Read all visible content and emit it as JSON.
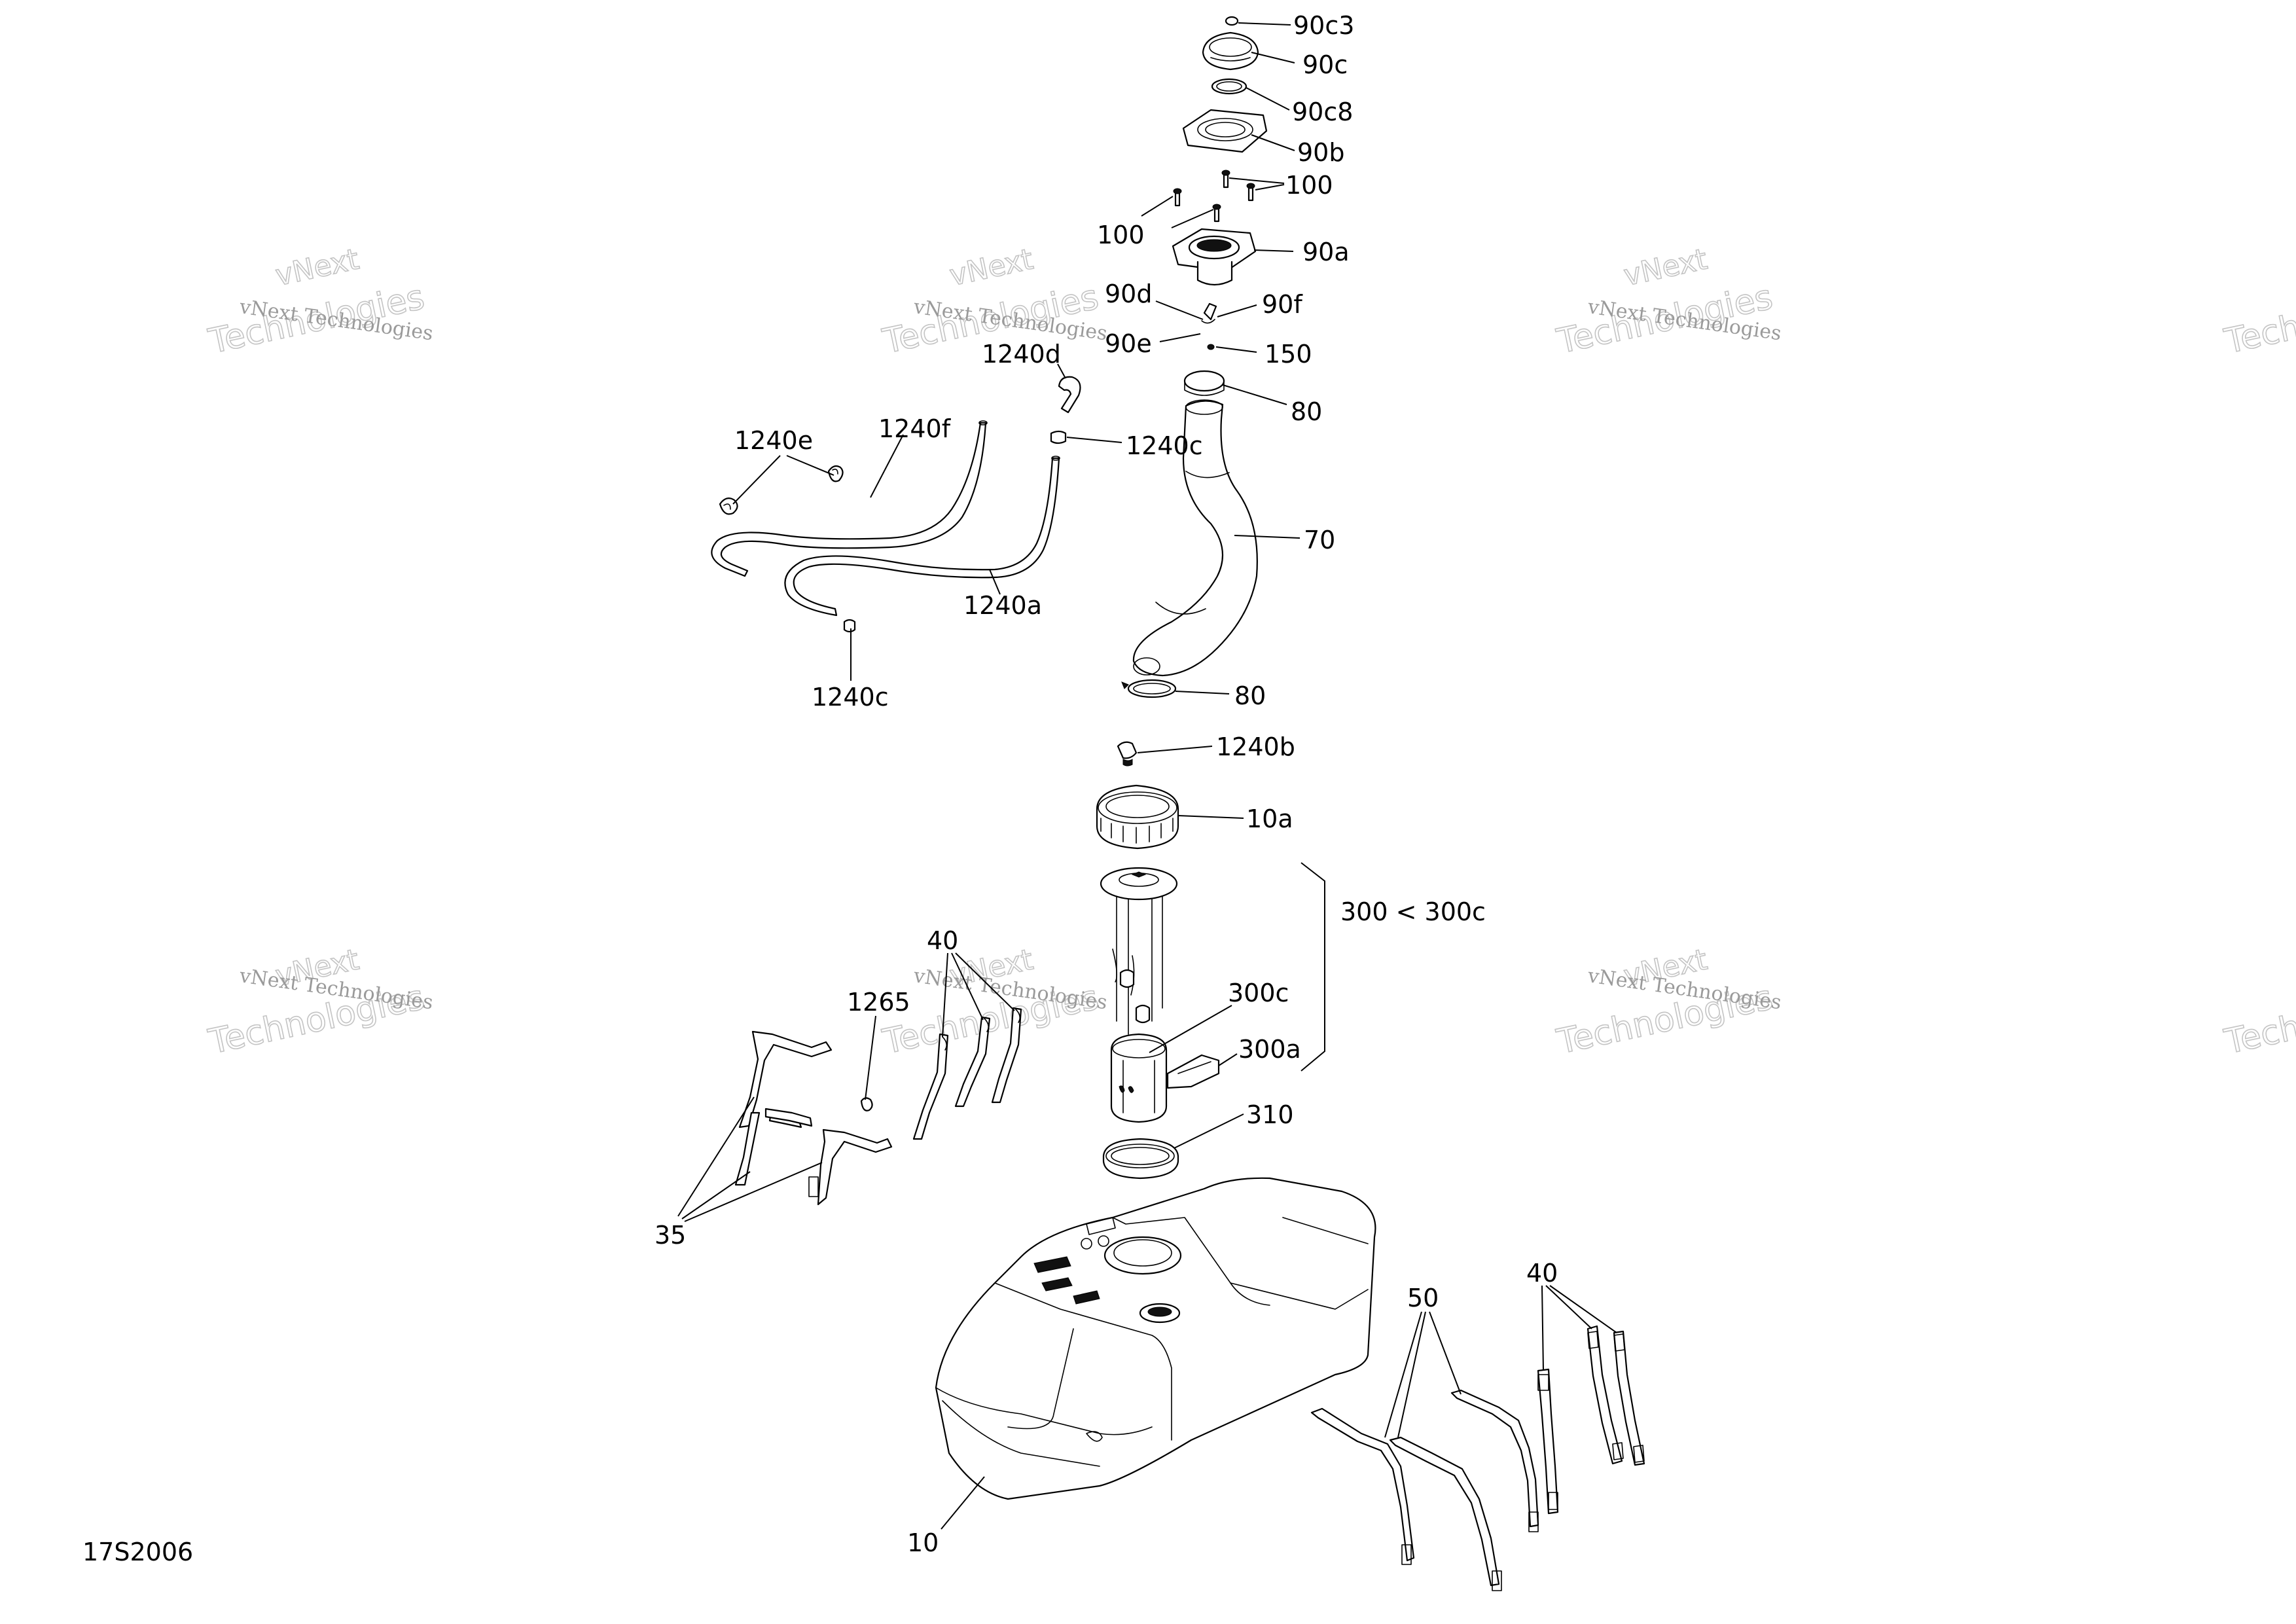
{
  "diagram": {
    "reference_code": "17S2006",
    "watermark": {
      "line1": "vNext Technologies",
      "line2": "Technologies",
      "line0": "vNext"
    },
    "callouts": [
      {
        "id": "90c3",
        "label": "90c3"
      },
      {
        "id": "90c",
        "label": "90c"
      },
      {
        "id": "90c8",
        "label": "90c8"
      },
      {
        "id": "90b",
        "label": "90b"
      },
      {
        "id": "100a",
        "label": "100"
      },
      {
        "id": "100b",
        "label": "100"
      },
      {
        "id": "90a",
        "label": "90a"
      },
      {
        "id": "90d",
        "label": "90d"
      },
      {
        "id": "90f",
        "label": "90f"
      },
      {
        "id": "90e",
        "label": "90e"
      },
      {
        "id": "150",
        "label": "150"
      },
      {
        "id": "1240d",
        "label": "1240d"
      },
      {
        "id": "80a",
        "label": "80"
      },
      {
        "id": "1240e",
        "label": "1240e"
      },
      {
        "id": "1240f",
        "label": "1240f"
      },
      {
        "id": "1240c-top",
        "label": "1240c"
      },
      {
        "id": "70",
        "label": "70"
      },
      {
        "id": "1240a",
        "label": "1240a"
      },
      {
        "id": "1240c-bot",
        "label": "1240c"
      },
      {
        "id": "80b",
        "label": "80"
      },
      {
        "id": "1240b",
        "label": "1240b"
      },
      {
        "id": "10a",
        "label": "10a"
      },
      {
        "id": "300group",
        "label": "300 < 300c"
      },
      {
        "id": "40a",
        "label": "40"
      },
      {
        "id": "1265",
        "label": "1265"
      },
      {
        "id": "300c",
        "label": "300c"
      },
      {
        "id": "300a",
        "label": "300a"
      },
      {
        "id": "310",
        "label": "310"
      },
      {
        "id": "35",
        "label": "35"
      },
      {
        "id": "50",
        "label": "50"
      },
      {
        "id": "40b",
        "label": "40"
      },
      {
        "id": "10",
        "label": "10"
      }
    ]
  }
}
